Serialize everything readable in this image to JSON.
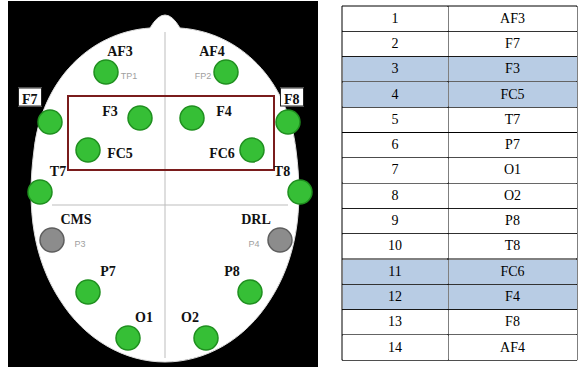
{
  "diagram": {
    "nodes": [
      {
        "text": [
          "F7"
        ]
      },
      {
        "text": [
          "F8"
        ]
      }
    ],
    "labels": [
      "AF3",
      "TP1",
      "AF4",
      "FP2",
      "F3",
      "F4",
      "FC5",
      "FC6",
      "T7",
      "T8",
      "CMS",
      "P3",
      "DRL",
      "P4",
      "P7",
      "P8",
      "O1",
      "O2",
      "1",
      "AF3",
      "2",
      "F7",
      "3",
      "F3",
      "4",
      "FC5",
      "5",
      "T7",
      "6",
      "P7",
      "7",
      "O1",
      "8",
      "O2",
      "9",
      "P8",
      "10",
      "T8",
      "11",
      "FC6",
      "12",
      "F4",
      "13",
      "F8",
      "14",
      "AF4"
    ]
  }
}
